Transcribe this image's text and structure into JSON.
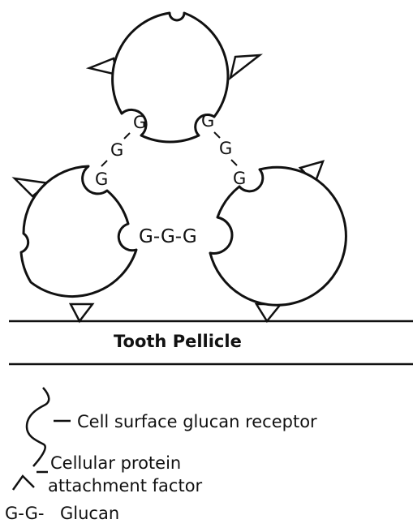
{
  "diagram": {
    "glucan_top_left": [
      "G",
      "G",
      "G"
    ],
    "glucan_top_right": [
      "G",
      "G",
      "G"
    ],
    "glucan_bottom": "G-G-G",
    "surface_label": "Tooth Pellicle",
    "legend": {
      "receptor": "Cell surface glucan receptor",
      "attachment_line1": "Cellular protein",
      "attachment_line2": "attachment factor",
      "glucan_symbol": "G-G-",
      "glucan_label": "Glucan"
    }
  }
}
